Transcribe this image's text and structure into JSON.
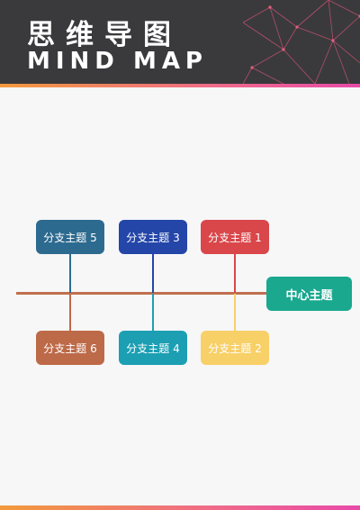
{
  "header": {
    "title_cn": "思维导图",
    "title_en": "MIND MAP"
  },
  "diagram": {
    "center": {
      "label": "中心主题",
      "color": "#1aa88f"
    },
    "spine_color": "#c0704f",
    "branches": [
      {
        "label": "分支主题  1",
        "color": "#d9474a"
      },
      {
        "label": "分支主题  2",
        "color": "#f8d068"
      },
      {
        "label": "分支主题  3",
        "color": "#2446a8"
      },
      {
        "label": "分支主题  4",
        "color": "#1c9fb3"
      },
      {
        "label": "分支主题  5",
        "color": "#2d6a8f"
      },
      {
        "label": "分支主题  6",
        "color": "#bd6a48"
      }
    ]
  }
}
